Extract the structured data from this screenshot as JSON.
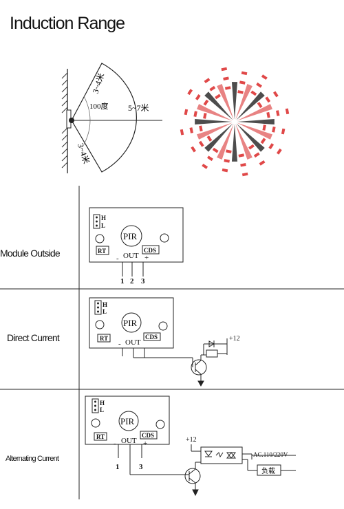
{
  "title": "Induction Range",
  "range_diagram": {
    "side_top": "3~4米",
    "side_bottom": "3~4米",
    "angle": "100度",
    "distance": "5~7米"
  },
  "rows": [
    {
      "label": "Module Outside"
    },
    {
      "label": "Direct Current"
    },
    {
      "label": "Alternating Current"
    }
  ],
  "module": {
    "jumper_h": "H",
    "jumper_l": "L",
    "sensor": "PIR",
    "rt": "RT",
    "out": "OUT",
    "cds": "CDS",
    "minus": "-",
    "plus": "+",
    "pins": [
      "1",
      "2",
      "3"
    ]
  },
  "dc_circuit": {
    "supply": "+12"
  },
  "ac_circuit": {
    "supply": "+12",
    "ac_label": "AC.110/220V",
    "load": "负载",
    "pins": [
      "1",
      "3"
    ]
  }
}
